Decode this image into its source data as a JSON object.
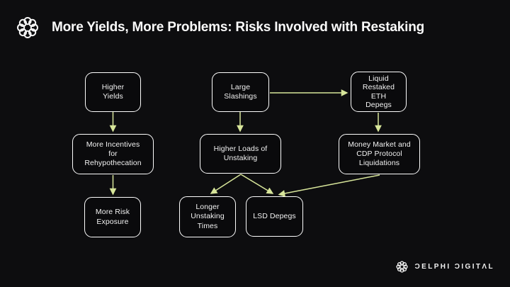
{
  "header": {
    "title": "More Yields, More Problems: Risks Involved with Restaking",
    "logo_icon": "delphi-knot-icon"
  },
  "colors": {
    "background": "#0d0d0f",
    "node_fill": "#0a0a0c",
    "node_border": "#fdfdfd",
    "arrow": "#d7e59a",
    "title_text": "#fafafa",
    "node_text": "#f2f2f2"
  },
  "diagram": {
    "nodes": [
      {
        "id": "higher-yields",
        "label": "Higher\nYields"
      },
      {
        "id": "large-slashings",
        "label": "Large\nSlashings"
      },
      {
        "id": "liquid-restaked-eth-depegs",
        "label": "Liquid\nRestaked\nETH\nDepegs"
      },
      {
        "id": "more-incentives-for-rehypothecation",
        "label": "More Incentives\nfor\nRehypothecation"
      },
      {
        "id": "higher-loads-of-unstaking",
        "label": "Higher Loads of\nUnstaking"
      },
      {
        "id": "money-market-cdp-protocol-liquidations",
        "label": "Money Market and\nCDP Protocol\nLiquidations"
      },
      {
        "id": "more-risk-exposure",
        "label": "More Risk\nExposure"
      },
      {
        "id": "longer-unstaking-times",
        "label": "Longer\nUnstaking\nTimes"
      },
      {
        "id": "lsd-depegs",
        "label": "LSD Depegs"
      }
    ],
    "edges": [
      {
        "from": "higher-yields",
        "to": "more-incentives-for-rehypothecation"
      },
      {
        "from": "more-incentives-for-rehypothecation",
        "to": "more-risk-exposure"
      },
      {
        "from": "large-slashings",
        "to": "higher-loads-of-unstaking"
      },
      {
        "from": "large-slashings",
        "to": "liquid-restaked-eth-depegs"
      },
      {
        "from": "liquid-restaked-eth-depegs",
        "to": "money-market-cdp-protocol-liquidations"
      },
      {
        "from": "higher-loads-of-unstaking",
        "to": "longer-unstaking-times"
      },
      {
        "from": "higher-loads-of-unstaking",
        "to": "lsd-depegs"
      },
      {
        "from": "money-market-cdp-protocol-liquidations",
        "to": "lsd-depegs"
      }
    ]
  },
  "footer": {
    "brand": "DELPHI DIGITAL",
    "wordmark_display": "ƆELPHI ƆIGITΛL"
  }
}
